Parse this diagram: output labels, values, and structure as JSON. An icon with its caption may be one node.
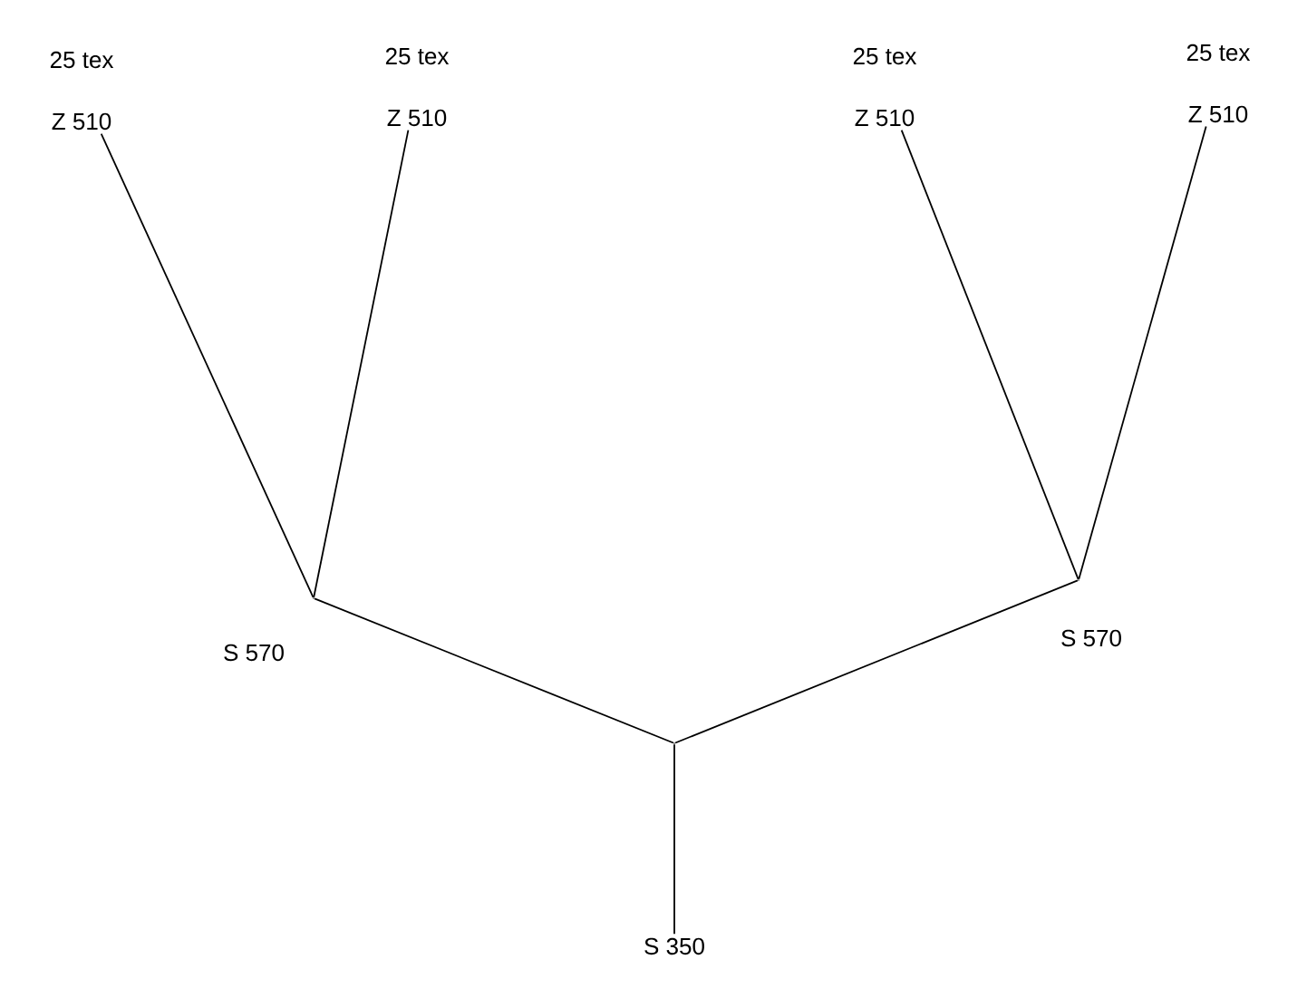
{
  "diagram": {
    "nodes": [
      {
        "text": [
          "25 tex",
          "Z 510"
        ]
      },
      {
        "text": [
          "25 tex",
          "Z 510"
        ]
      },
      {
        "text": [
          "25 tex",
          "Z 510"
        ]
      },
      {
        "text": [
          "25 tex",
          "Z 510"
        ]
      },
      {
        "text": [],
        "shape": "point",
        "beside": [
          "S 570"
        ]
      },
      {
        "text": [],
        "shape": "point",
        "beside": [
          "S 570"
        ]
      },
      {
        "text": [],
        "shape": "point"
      },
      {
        "text": [
          "S 350"
        ]
      }
    ],
    "edges": [
      {
        "from": 0,
        "to": 4,
        "arrow": "none"
      },
      {
        "from": 1,
        "to": 4,
        "arrow": "none"
      },
      {
        "from": 2,
        "to": 5,
        "arrow": "none"
      },
      {
        "from": 3,
        "to": 5,
        "arrow": "none"
      },
      {
        "from": 4,
        "to": 6,
        "arrow": "none"
      },
      {
        "from": 5,
        "to": 6,
        "arrow": "none"
      },
      {
        "from": 6,
        "to": 7,
        "arrow": "none"
      }
    ]
  }
}
